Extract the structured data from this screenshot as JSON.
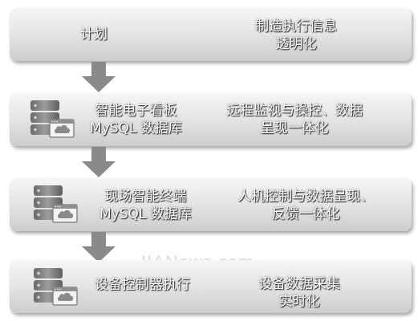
{
  "colors": {
    "box_gradient_top": "#f6f6f6",
    "box_gradient_bottom": "#cdcdcd",
    "arrow": "#8a8a8a",
    "text": "#ffffff"
  },
  "levels": [
    {
      "left_lines": [
        "计划"
      ],
      "right_lines": [
        "制造执行信息",
        "透明化"
      ],
      "has_icon": false
    },
    {
      "left_lines": [
        "智能电子看板",
        "MySQL 数据库"
      ],
      "right_lines": [
        "远程监视与操控、数据",
        "呈现一体化"
      ],
      "has_icon": true
    },
    {
      "left_lines": [
        "现场智能终端",
        "MySQL 数据库"
      ],
      "right_lines": [
        "人机控制与数据呈现、",
        "反馈一体化"
      ],
      "has_icon": true
    },
    {
      "left_lines": [
        "设备控制器执行"
      ],
      "right_lines": [
        "设备数据采集",
        "实时化"
      ],
      "has_icon": true
    }
  ],
  "watermark": "IIANews.com"
}
